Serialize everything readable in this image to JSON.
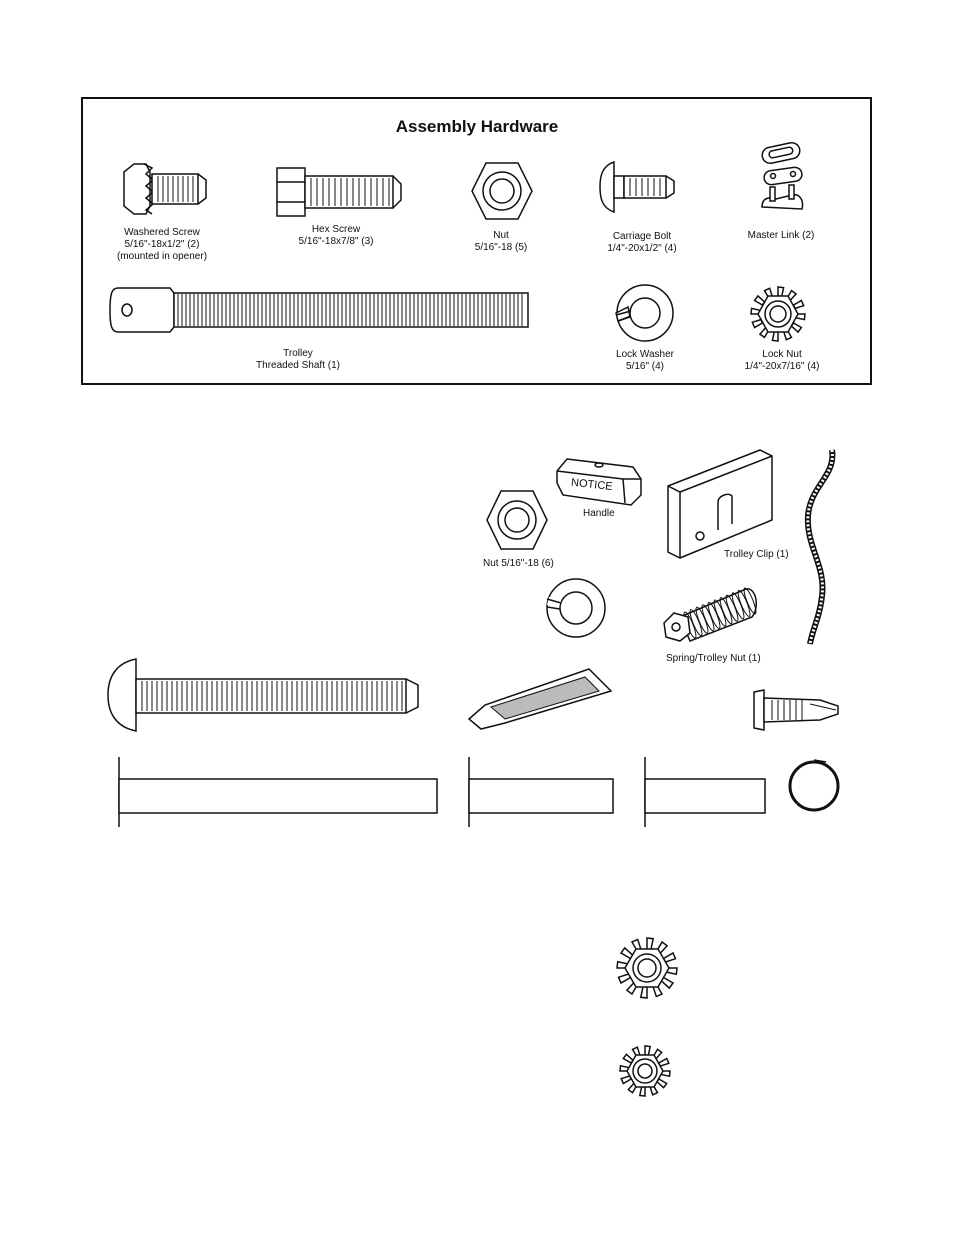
{
  "header": {
    "title": "Assembly Hardware"
  },
  "hardware": {
    "washered_screw": {
      "name": "Washered Screw",
      "spec": "5/16\"-18x1/2\" (2)",
      "note": "(mounted in opener)"
    },
    "hex_screw": {
      "name": "Hex Screw",
      "spec": "5/16\"-18x7/8\" (3)"
    },
    "nut": {
      "name": "Nut",
      "spec": "5/16\"-18 (5)"
    },
    "carriage_bolt": {
      "name": "Carriage Bolt",
      "spec": "1/4\"-20x1/2\" (4)"
    },
    "master_link": {
      "name": "Master Link (2)"
    },
    "trolley_shaft": {
      "name": "Trolley",
      "spec": "Threaded Shaft (1)"
    },
    "lock_washer": {
      "name": "Lock Washer",
      "spec": "5/16\" (4)"
    },
    "lock_nut": {
      "name": "Lock Nut",
      "spec": "1/4\"-20x7/16\" (4)"
    }
  },
  "lower": {
    "handle_notice": "NOTICE",
    "handle_label": "Handle",
    "nut_label": "Nut 5/16\"-18 (6)",
    "trolley_clip_label": "Trolley Clip (1)",
    "spring_nut_label": "Spring/Trolley Nut (1)"
  }
}
